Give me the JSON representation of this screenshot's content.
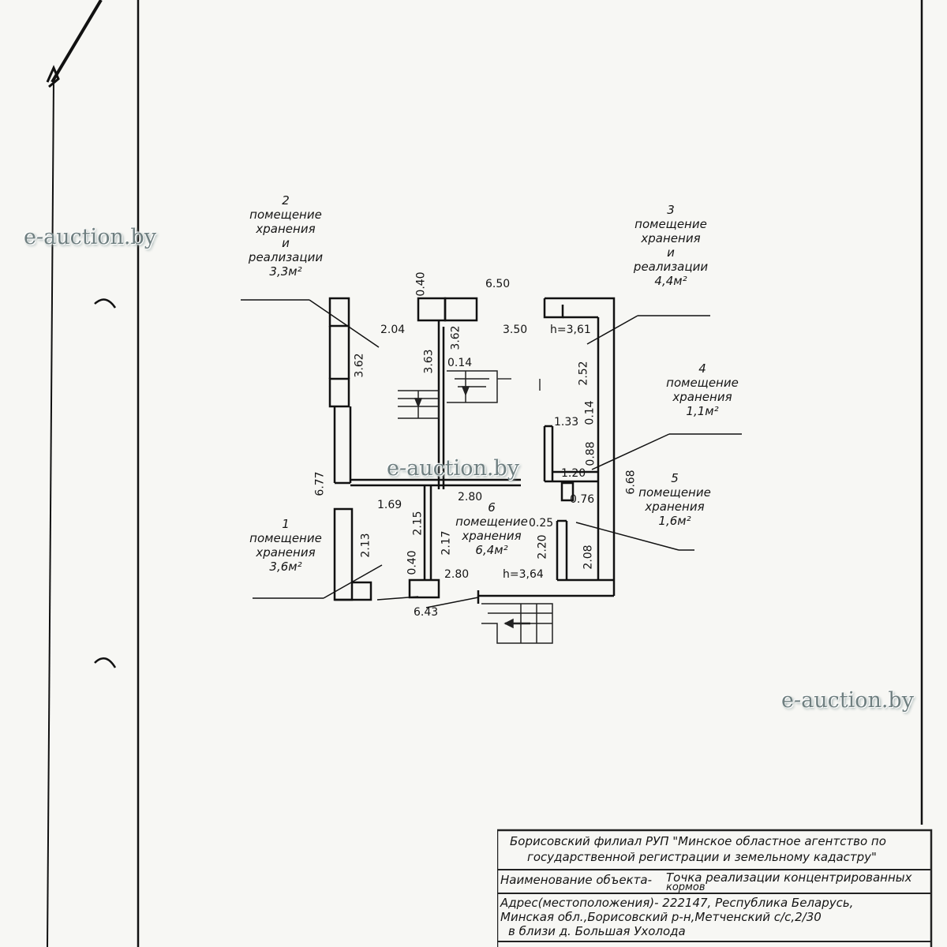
{
  "rooms": [
    {
      "num": "2",
      "lines": [
        "помещение",
        "хранения",
        "и",
        "реализации"
      ],
      "area": "3,3м²"
    },
    {
      "num": "3",
      "lines": [
        "помещение",
        "хранения",
        "и",
        "реализации"
      ],
      "area": "4,4м²"
    },
    {
      "num": "4",
      "lines": [
        "помещение",
        "хранения"
      ],
      "area": "1,1м²"
    },
    {
      "num": "5",
      "lines": [
        "помещение",
        "хранения"
      ],
      "area": "1,6м²"
    },
    {
      "num": "1",
      "lines": [
        "помещение",
        "хранения"
      ],
      "area": "3,6м²"
    },
    {
      "num": "6",
      "lines": [
        "помещение",
        "хранения"
      ],
      "area": "6,4м²"
    }
  ],
  "dimensions": {
    "d_650": "6.50",
    "d_040_top": "0.40",
    "d_204": "2.04",
    "d_350": "3.50",
    "h_top": "h=3,61",
    "d_362_left": "3.62",
    "d_363": "3.63",
    "d_362_mid": "3.62",
    "d_014_mid": "0.14",
    "d_252": "2.52",
    "d_014_right": "0.14",
    "d_133": "1.33",
    "d_088": "0.88",
    "d_120": "1.20",
    "d_677": "6.77",
    "d_668": "6.68",
    "d_169": "1.69",
    "d_280_top": "2.80",
    "d_076": "0.76",
    "d_215": "2.15",
    "d_217": "2.17",
    "d_213": "2.13",
    "d_025": "0.25",
    "d_220": "2.20",
    "d_208": "2.08",
    "d_040_bottom": "0.40",
    "d_280_bottom": "2.80",
    "h_bottom": "h=3,64",
    "d_643": "6.43"
  },
  "watermarks": [
    "e-auction.by",
    "e-auction.by",
    "e-auction.by"
  ],
  "stamp": {
    "org_line1": "Борисовский филиал РУП \"Минское областное агентство по",
    "org_line2": "государственной регистрации и земельному кадастру\"",
    "name_label": "Наименование объекта-",
    "name_value_1": "Точка реализации концентрированных",
    "name_value_2": "кормов",
    "addr_line1": "Адрес(местоположения)- 222147, Республика Беларусь,",
    "addr_line2": "Минская обл.,Борисовский р-н,Метченский с/с,2/30",
    "addr_line3": "в близи д. Большая Ухолода"
  }
}
